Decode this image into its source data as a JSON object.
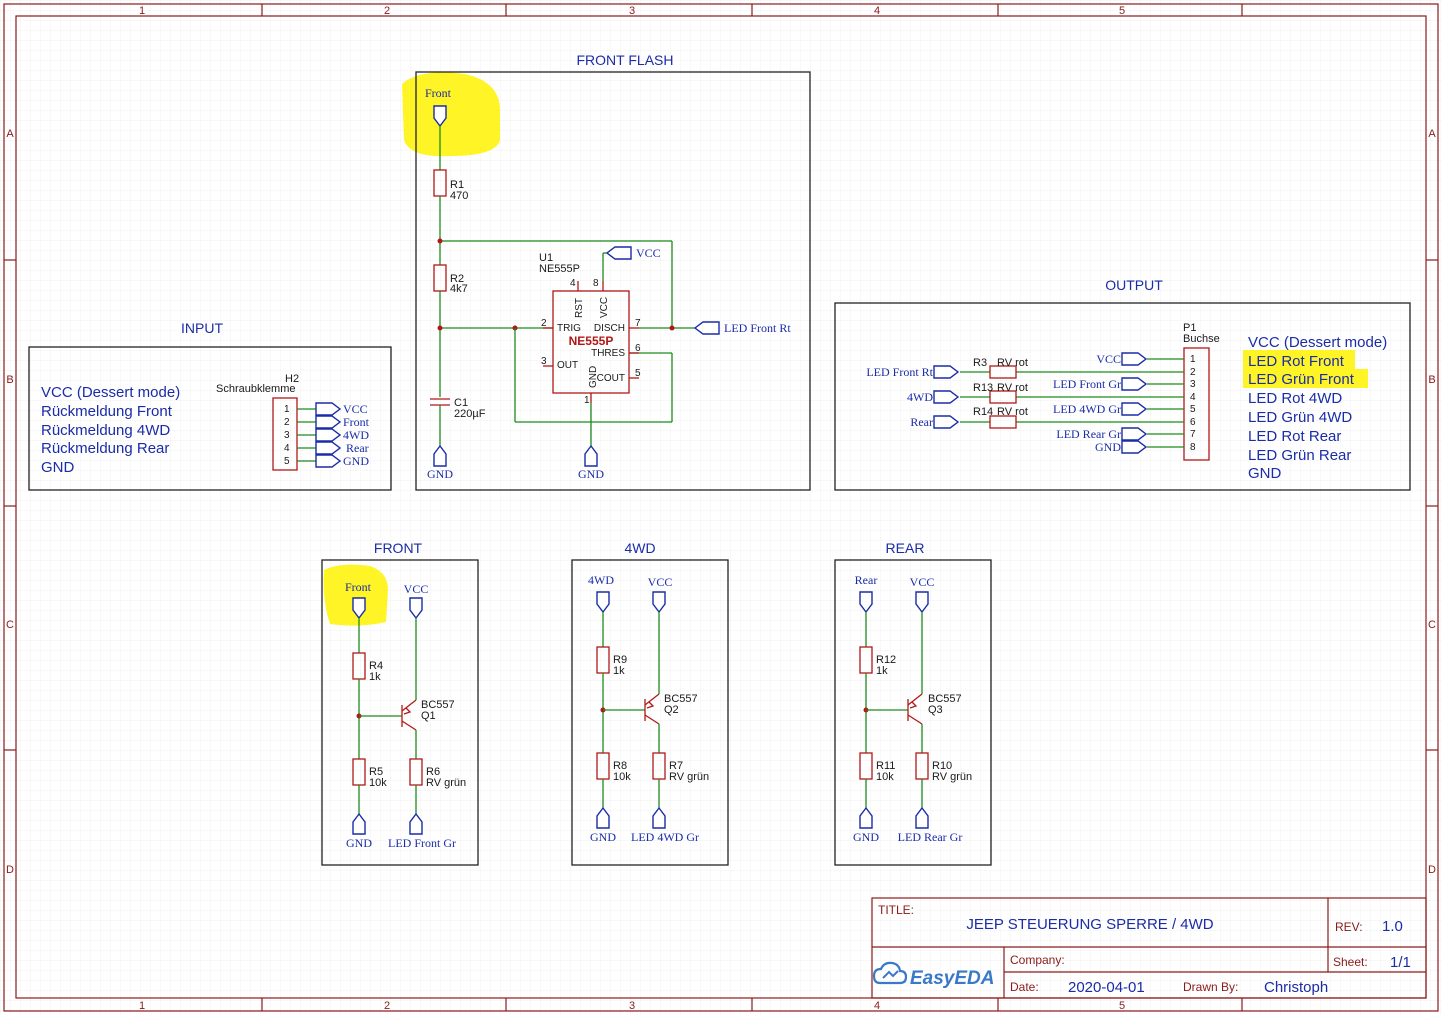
{
  "ruler": {
    "columns": [
      "1",
      "2",
      "3",
      "4",
      "5"
    ],
    "rows": [
      "A",
      "B",
      "C",
      "D"
    ]
  },
  "blocks": {
    "input": {
      "title": "INPUT"
    },
    "front_flash": {
      "title": "FRONT FLASH"
    },
    "output": {
      "title": "OUTPUT"
    },
    "front": {
      "title": "FRONT"
    },
    "fourwd": {
      "title": "4WD"
    },
    "rear": {
      "title": "REAR"
    }
  },
  "input_notes": [
    "VCC (Dessert mode)",
    "Rückmeldung Front",
    "Rückmeldung 4WD",
    "Rückmeldung Rear",
    "GND"
  ],
  "output_notes": [
    "VCC (Dessert mode)",
    "LED Rot Front",
    "LED Grün Front",
    "LED Rot 4WD",
    "LED Grün 4WD",
    "LED Rot Rear",
    "LED Grün Rear",
    "GND"
  ],
  "h2": {
    "ref": "H2",
    "name": "Schraubklemme",
    "pins": [
      "1",
      "2",
      "3",
      "4",
      "5"
    ],
    "nets": [
      "VCC",
      "Front",
      "4WD",
      "Rear",
      "GND"
    ]
  },
  "p1": {
    "ref": "P1",
    "name": "Buchse",
    "pins": [
      "1",
      "2",
      "3",
      "4",
      "5",
      "6",
      "7",
      "8"
    ]
  },
  "front_flash": {
    "front_net": "Front",
    "r1": {
      "ref": "R1",
      "value": "470"
    },
    "r2": {
      "ref": "R2",
      "value": "4k7"
    },
    "c1": {
      "ref": "C1",
      "value": "220µF"
    },
    "gnd1": "GND",
    "gnd2": "GND",
    "vcc": "VCC",
    "out_net": "LED Front Rt",
    "u1": {
      "ref": "U1",
      "value": "NE555P",
      "body": "NE555P",
      "pin_rst": "RST",
      "pin_vcc": "VCC",
      "pin_trig": "TRIG",
      "pin_disch": "DISCH",
      "pin_out": "OUT",
      "pin_thres": "THRES",
      "pin_gnd": "GND",
      "pin_cout": "COUT",
      "n4": "4",
      "n8": "8",
      "n2": "2",
      "n7": "7",
      "n3": "3",
      "n6": "6",
      "n5": "5",
      "n1": "1"
    }
  },
  "output": {
    "in_front": "LED Front Rt",
    "in_4wd": "4WD",
    "in_rear": "Rear",
    "r3": {
      "ref": "R3",
      "value": "RV rot"
    },
    "r13": {
      "ref": "R13",
      "value": "RV rot"
    },
    "r14": {
      "ref": "R14",
      "value": "RV rot"
    },
    "vcc": "VCC",
    "front_gr": "LED Front Gr",
    "fourwd_gr": "LED 4WD Gr",
    "rear_gr": "LED Rear Gr",
    "gnd": "GND"
  },
  "front": {
    "in_net": "Front",
    "vcc": "VCC",
    "r4": {
      "ref": "R4",
      "value": "1k"
    },
    "q": {
      "ref": "Q1",
      "value": "BC557"
    },
    "r5": {
      "ref": "R5",
      "value": "10k"
    },
    "r6": {
      "ref": "R6",
      "value": "RV grün"
    },
    "gnd": "GND",
    "out_net": "LED Front Gr"
  },
  "fourwd": {
    "in_net": "4WD",
    "vcc": "VCC",
    "r9": {
      "ref": "R9",
      "value": "1k"
    },
    "q": {
      "ref": "Q2",
      "value": "BC557"
    },
    "r8": {
      "ref": "R8",
      "value": "10k"
    },
    "r7": {
      "ref": "R7",
      "value": "RV grün"
    },
    "gnd": "GND",
    "out_net": "LED 4WD Gr"
  },
  "rear": {
    "in_net": "Rear",
    "vcc": "VCC",
    "r12": {
      "ref": "R12",
      "value": "1k"
    },
    "q": {
      "ref": "Q3",
      "value": "BC557"
    },
    "r11": {
      "ref": "R11",
      "value": "10k"
    },
    "r10": {
      "ref": "R10",
      "value": "RV grün"
    },
    "gnd": "GND",
    "out_net": "LED Rear Gr"
  },
  "title_block": {
    "title_label": "TITLE:",
    "title": "JEEP STEUERUNG SPERRE / 4WD",
    "rev_label": "REV:",
    "rev": "1.0",
    "company_label": "Company:",
    "company": "",
    "sheet_label": "Sheet:",
    "sheet": "1/1",
    "date_label": "Date:",
    "date": "2020-04-01",
    "drawn_label": "Drawn By:",
    "drawn": "Christoph",
    "logo": "EasyEDA"
  },
  "colors": {
    "frame": "#8b1a1a",
    "wire": "#1c8a1c",
    "part": "#b01818",
    "label": "#1a2ca8",
    "highlight": "#fff200"
  }
}
